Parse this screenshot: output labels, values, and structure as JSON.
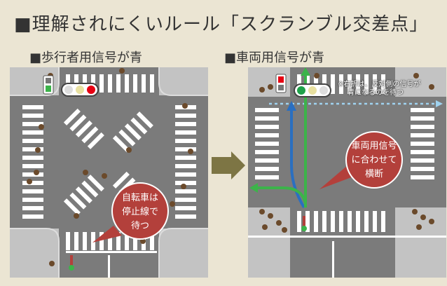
{
  "title": "■理解されにくいルール「スクランブル交差点」",
  "left_panel": {
    "heading": "■歩行者用信号が青",
    "bubble_lines": [
      "自転車は",
      "停止線で",
      "待つ"
    ]
  },
  "right_panel": {
    "heading": "■車両用信号が青",
    "note_lines": [
      "※右折は、反対側の信号が",
      "青になるのを待つ"
    ],
    "bubble_lines": [
      "車両用信号",
      "に合わせて",
      "横断"
    ]
  },
  "colors": {
    "background": "#ebe5d3",
    "bubble": "#b3403b",
    "arrow_mid": "#7d7544",
    "green_path": "#3cb34a",
    "blue_path": "#2a6fc1",
    "dotted_path": "#9fd2ef"
  }
}
